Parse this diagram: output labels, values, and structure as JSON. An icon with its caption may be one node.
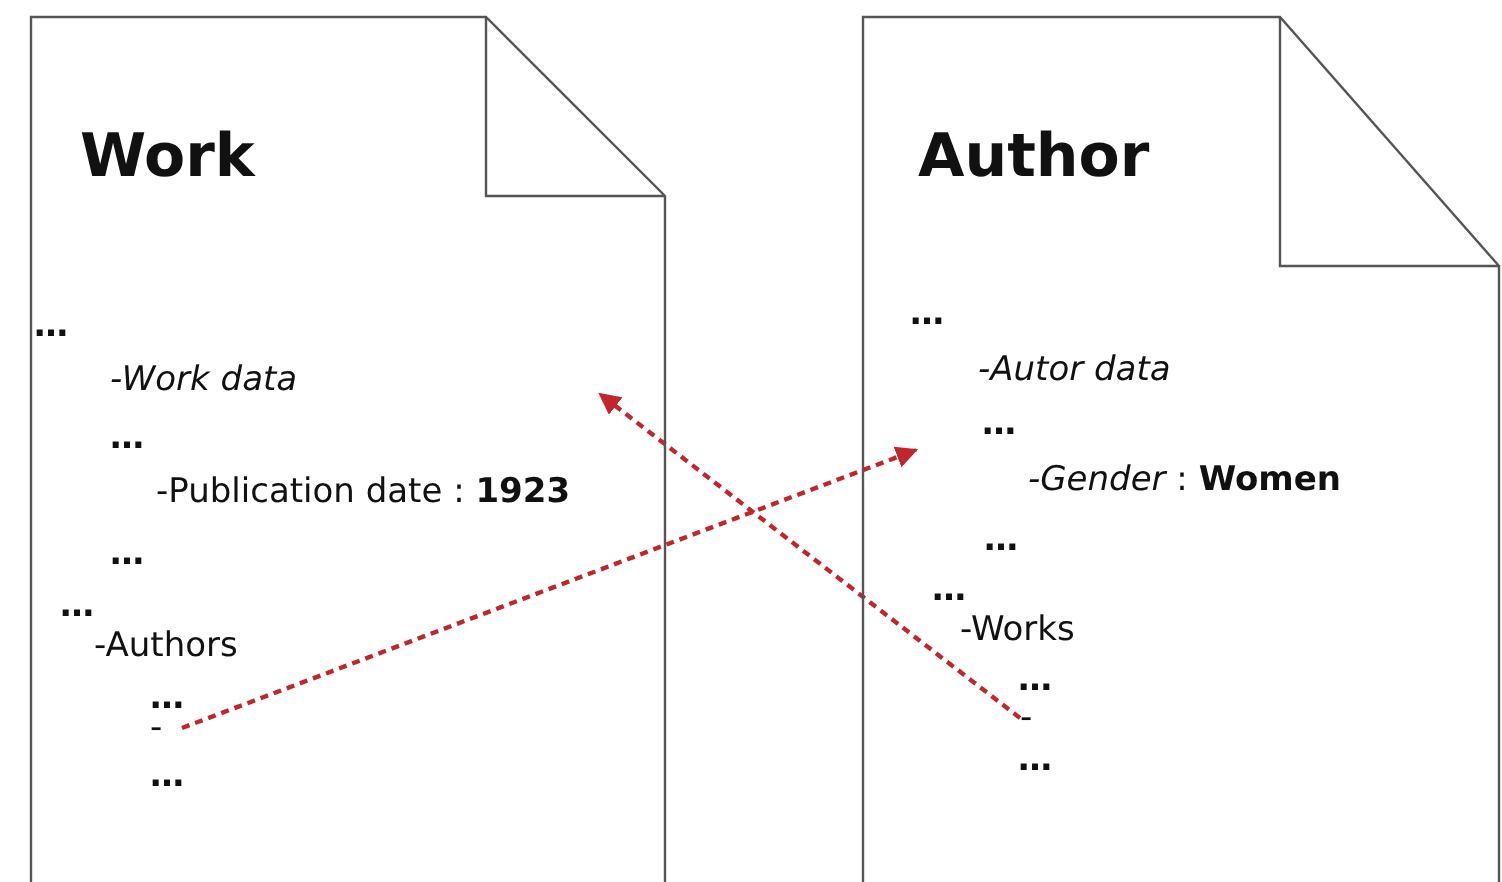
{
  "diagram": {
    "nodes": [
      {
        "text": [
          "Work",
          "…",
          "-Work data",
          "…",
          "-Publication date : **1923**",
          "…",
          "…",
          "-Authors",
          "…",
          "…"
        ]
      },
      {
        "text": [
          "Author",
          "…",
          "-Autor data",
          "…",
          "*-Gender* : **Women**",
          "…",
          "…",
          "-Works",
          "…",
          "…"
        ]
      },
      {
        "text": [
          "-"
        ],
        "in": 0
      },
      {
        "text": [
          "-"
        ],
        "in": 1
      }
    ],
    "edges": [
      {
        "from": 2,
        "to": 1,
        "arrow": "to",
        "style": "dashed",
        "color": "#c0272d"
      },
      {
        "from": 3,
        "to": 0,
        "arrow": "to",
        "style": "dashed",
        "color": "#c0272d"
      }
    ]
  }
}
